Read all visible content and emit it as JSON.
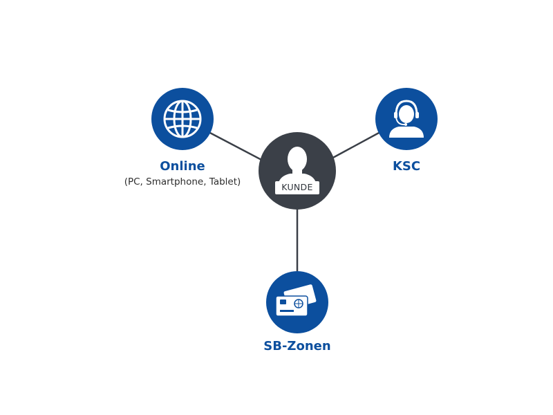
{
  "center": {
    "label": "KUNDE",
    "icon": "person-icon"
  },
  "nodes": [
    {
      "id": "online",
      "label": "Online",
      "sublabel": "(PC, Smartphone, Tablet)",
      "icon": "globe-icon"
    },
    {
      "id": "ksc",
      "label": "KSC",
      "icon": "headset-agent-icon"
    },
    {
      "id": "sb-zonen",
      "label": "SB-Zonen",
      "icon": "cards-icon"
    }
  ],
  "colors": {
    "node": "#0c4f9e",
    "center": "#3b4048",
    "connector": "#3a3f47",
    "label": "#0c4f9e"
  }
}
